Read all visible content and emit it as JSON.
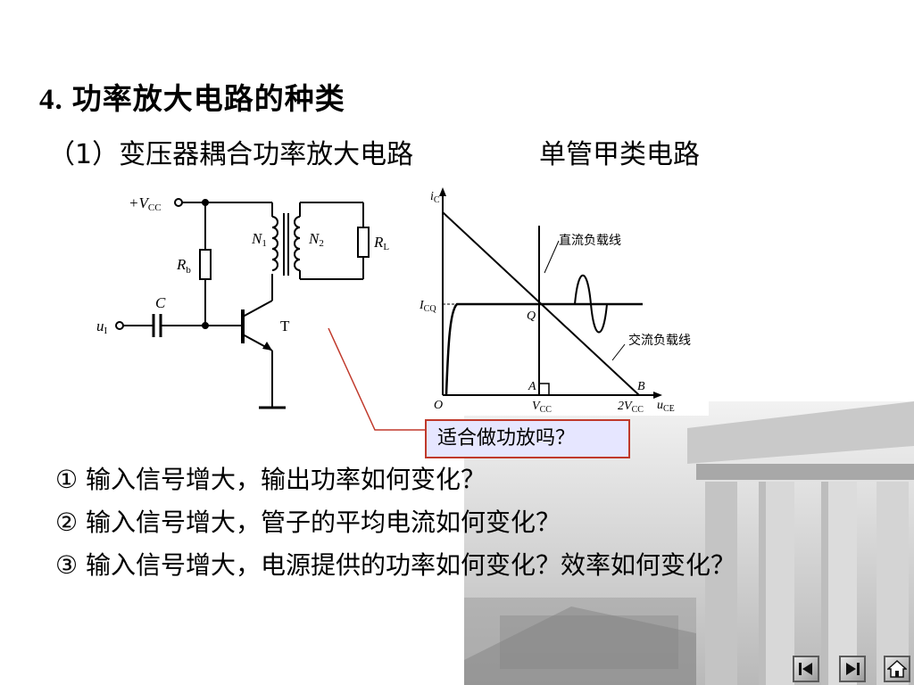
{
  "heading": {
    "number": "4.",
    "title": "功率放大电路的种类"
  },
  "subheading": {
    "left": "（1）变压器耦合功率放大电路",
    "right": "单管甲类电路"
  },
  "circuit": {
    "vcc_prefix": "+V",
    "vcc_sub": "CC",
    "rb": "R",
    "rb_sub": "b",
    "c": "C",
    "ui": "u",
    "ui_sub": "I",
    "n1": "N",
    "n1_sub": "1",
    "n2": "N",
    "n2_sub": "2",
    "rl": "R",
    "rl_sub": "L",
    "transistor": "T"
  },
  "graph": {
    "y_axis": "i",
    "y_axis_sub": "C",
    "x_axis": "u",
    "x_axis_sub": "CE",
    "origin": "O",
    "icq": "I",
    "icq_sub": "CQ",
    "q": "Q",
    "a": "A",
    "b": "B",
    "vcc": "V",
    "vcc_sub": "CC",
    "two_vcc": "2V",
    "two_vcc_sub": "CC",
    "dc_load_line": "直流负载线",
    "ac_load_line": "交流负载线"
  },
  "callout": "适合做功放吗？",
  "questions": [
    "① 输入信号增大，输出功率如何变化？",
    "② 输入信号增大，管子的平均电流如何变化？",
    "③ 输入信号增大，电源提供的功率如何变化？效率如何变化？"
  ],
  "nav": {
    "first_icon": "skip-to-start-icon",
    "last_icon": "skip-to-end-icon",
    "home_icon": "home-icon"
  }
}
